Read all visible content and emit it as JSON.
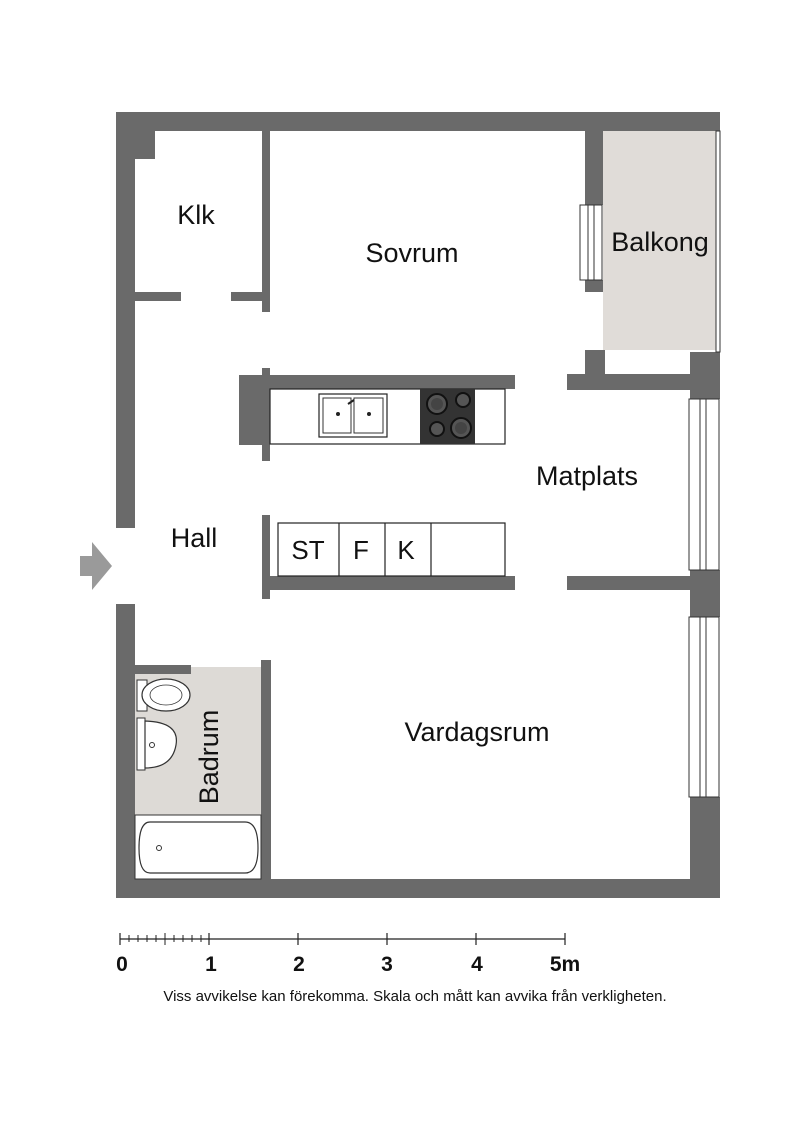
{
  "rooms": {
    "klk": "Klk",
    "sovrum": "Sovrum",
    "balkong": "Balkong",
    "matplats": "Matplats",
    "hall": "Hall",
    "badrum": "Badrum",
    "vardagsrum": "Vardagsrum"
  },
  "appliances": {
    "st": "ST",
    "f": "F",
    "k": "K"
  },
  "scale": {
    "ticks": [
      "0",
      "1",
      "2",
      "3",
      "4",
      "5m"
    ]
  },
  "disclaimer": "Viss avvikelse kan förekomma. Skala och mått kan avvika från verkligheten.",
  "colors": {
    "wall": "#6a6a6a",
    "wet_area": "#dddad6",
    "balcony": "#e0dcd8",
    "entrance_arrow": "#9a9a9a"
  }
}
